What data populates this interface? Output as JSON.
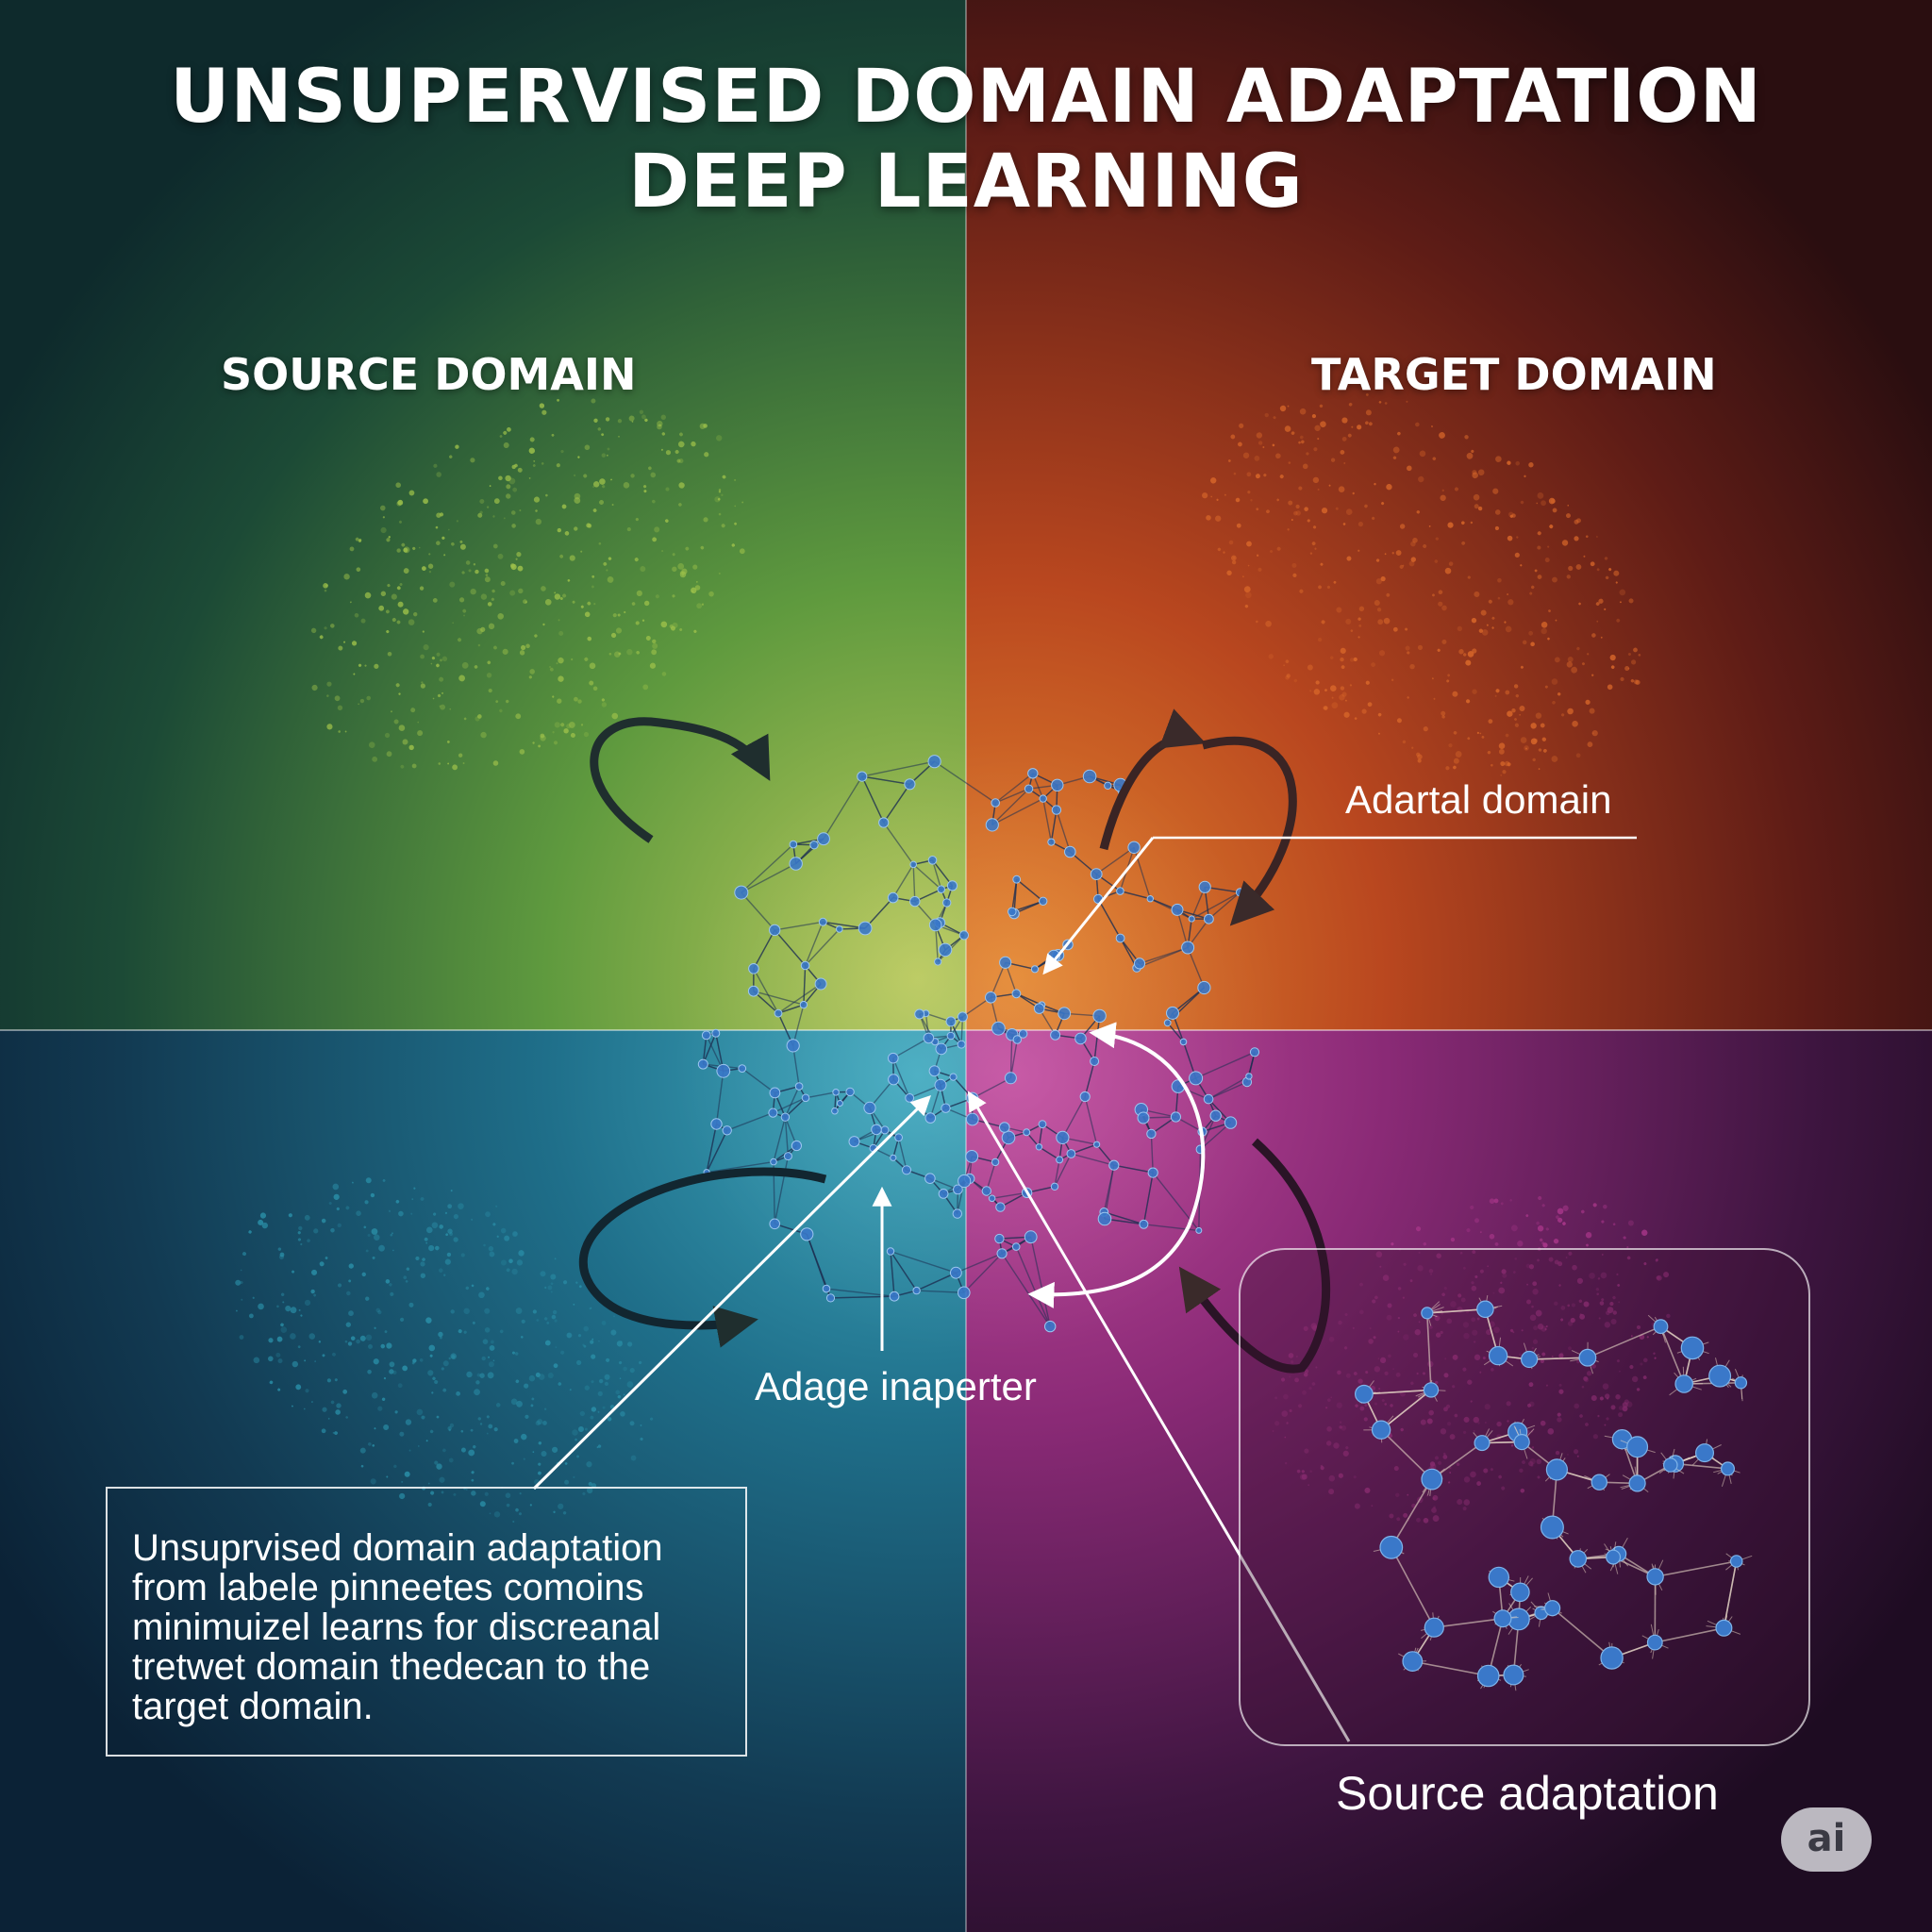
{
  "title": {
    "line1": "UNSUPERVISED DOMAIN ADAPTATION",
    "line2": "DEEP LEARNING"
  },
  "quadrants": {
    "source": "SOURCE DOMAIN",
    "target": "TARGET DOMAIN"
  },
  "callouts": {
    "adartal": "Adartal domain",
    "adage": "Adage inaperter",
    "source_adaptation": "Source adaptation"
  },
  "description": {
    "lines": [
      "Unsuprvised domain adaptation",
      "from labele pinneetes comoins",
      "minimuizel learns for discreanal",
      "tretwet domain thedecan to the",
      "target domain."
    ]
  },
  "badge": "ai",
  "colors": {
    "source": "#9cc04a",
    "target": "#d9682a",
    "bottom_left": "#2a8fa8",
    "bottom_right": "#b0398f",
    "node": "#3a78c9"
  }
}
